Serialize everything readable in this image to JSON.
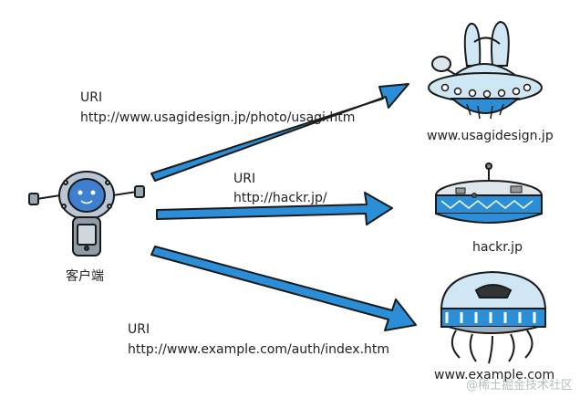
{
  "client": {
    "label": "客户端"
  },
  "requests": [
    {
      "uri_label": "URI",
      "uri": "http://www.usagidesign.jp/photo/usagi.htm"
    },
    {
      "uri_label": "URI",
      "uri": "http://hackr.jp/"
    },
    {
      "uri_label": "URI",
      "uri": "http://www.example.com/auth/index.htm"
    }
  ],
  "servers": [
    {
      "host": "www.usagidesign.jp"
    },
    {
      "host": "hackr.jp"
    },
    {
      "host": "www.example.com"
    }
  ],
  "watermark": "@稀土掘金技术社区",
  "colors": {
    "arrow": "#2a8fd8",
    "outline": "#1a1a1a",
    "robot_face": "#3f7fd0",
    "ufo_body": "#cfe6f5"
  }
}
